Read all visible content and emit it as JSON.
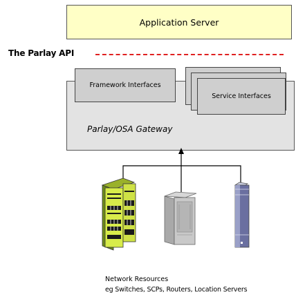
{
  "app_server": {
    "label": "Application Server"
  },
  "api": {
    "label": "The Parlay API",
    "line_color": "#e02020"
  },
  "gateway": {
    "label": "Parlay/OSA Gateway",
    "framework_label": "Framework Interfaces",
    "service_label": "Service Interfaces"
  },
  "resources": {
    "title": "Network Resources",
    "description": "eg Switches, SCPs, Routers, Location Servers",
    "icons": [
      "switch-rack-icon",
      "server-icon",
      "router-icon"
    ]
  },
  "colors": {
    "app_server_fill": "#ffffc6",
    "gateway_fill": "#e3e3e3",
    "interface_fill": "#cfcfcf",
    "switch_fill": "#d8ec4a"
  }
}
